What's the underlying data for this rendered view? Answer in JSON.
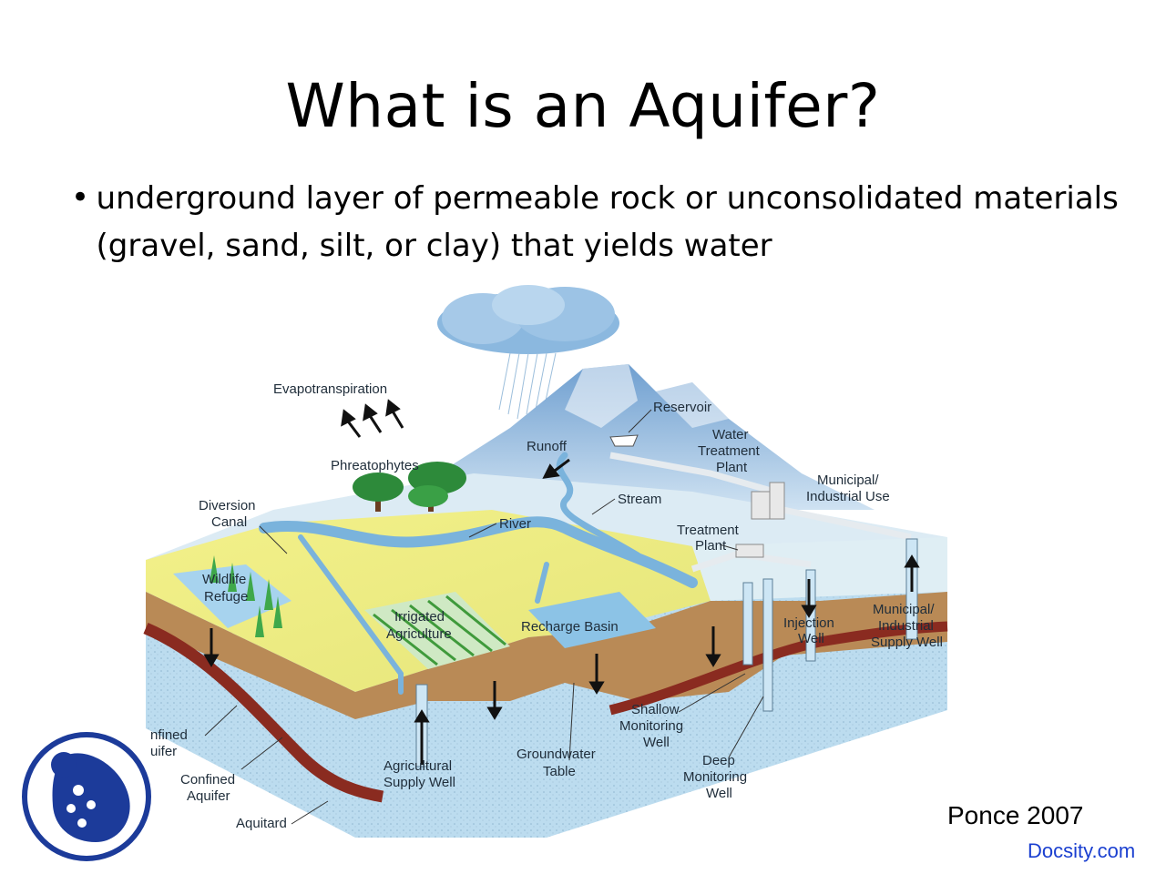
{
  "slide": {
    "title": "What is an Aquifer?",
    "bullet_symbol": "•",
    "bullet_text": "underground layer of permeable rock or unconsolidated materials (gravel, sand, silt, or clay) that yields water"
  },
  "diagram": {
    "labels": {
      "evapotranspiration": "Evapotranspiration",
      "phreatophytes": "Phreatophytes",
      "diversion_canal_1": "Diversion",
      "diversion_canal_2": "Canal",
      "runoff": "Runoff",
      "reservoir": "Reservoir",
      "water_treatment_1": "Water",
      "water_treatment_2": "Treatment",
      "water_treatment_3": "Plant",
      "stream": "Stream",
      "municipal_use_1": "Municipal/",
      "municipal_use_2": "Industrial Use",
      "river": "River",
      "treatment_plant_1": "Treatment",
      "treatment_plant_2": "Plant",
      "wildlife_refuge_1": "Wildlife",
      "wildlife_refuge_2": "Refuge",
      "irrigated_ag_1": "Irrigated",
      "irrigated_ag_2": "Agriculture",
      "recharge_basin": "Recharge Basin",
      "injection_well_1": "Injection",
      "injection_well_2": "Well",
      "municipal_well_1": "Municipal/",
      "municipal_well_2": "Industrial",
      "municipal_well_3": "Supply Well",
      "shallow_well_1": "Shallow",
      "shallow_well_2": "Monitoring",
      "shallow_well_3": "Well",
      "unconfined_1": "nfined",
      "unconfined_2": "uifer",
      "groundwater_table_1": "Groundwater",
      "groundwater_table_2": "Table",
      "deep_well_1": "Deep",
      "deep_well_2": "Monitoring",
      "deep_well_3": "Well",
      "confined_1": "Confined",
      "confined_2": "Aquifer",
      "ag_supply_well_1": "Agricultural",
      "ag_supply_well_2": "Supply Well",
      "aquitard": "Aquitard"
    }
  },
  "credit": "Ponce 2007",
  "watermark": "Docsity.com"
}
